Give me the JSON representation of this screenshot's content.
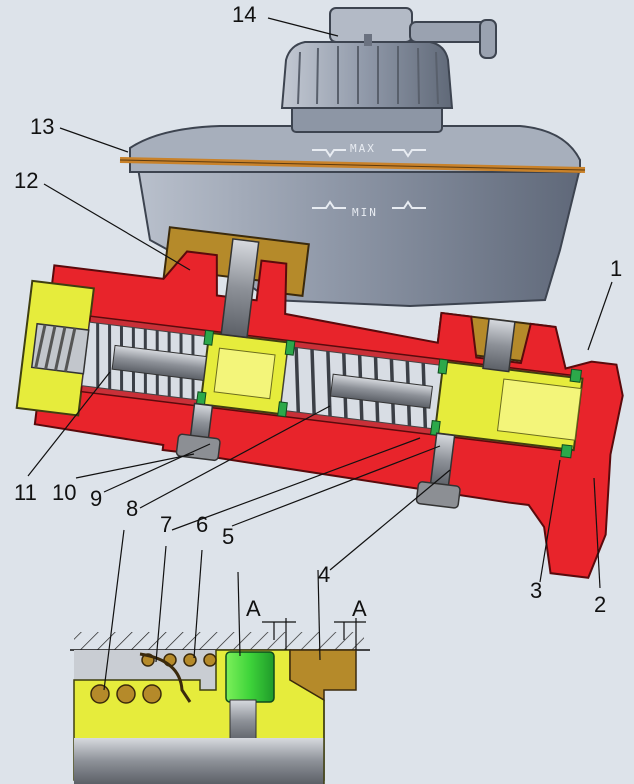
{
  "diagram": {
    "callouts": [
      {
        "id": "1",
        "text": "1"
      },
      {
        "id": "2",
        "text": "2"
      },
      {
        "id": "3",
        "text": "3"
      },
      {
        "id": "4",
        "text": "4"
      },
      {
        "id": "5",
        "text": "5"
      },
      {
        "id": "6",
        "text": "6"
      },
      {
        "id": "7",
        "text": "7"
      },
      {
        "id": "8",
        "text": "8"
      },
      {
        "id": "9",
        "text": "9"
      },
      {
        "id": "10",
        "text": "10"
      },
      {
        "id": "11",
        "text": "11"
      },
      {
        "id": "12",
        "text": "12"
      },
      {
        "id": "13",
        "text": "13"
      },
      {
        "id": "14",
        "text": "14"
      }
    ],
    "level_marks": {
      "max": "MAX",
      "min": "MIN"
    },
    "detail_callouts": [
      {
        "id": "8",
        "text": "8"
      },
      {
        "id": "7",
        "text": "7"
      },
      {
        "id": "6",
        "text": "6"
      },
      {
        "id": "5",
        "text": "5"
      },
      {
        "id": "4",
        "text": "4"
      }
    ],
    "section_marks": {
      "left": "A",
      "right": "A"
    },
    "colors": {
      "background": "#dde3ea",
      "body": "#e8242b",
      "piston": "#e6ec3c",
      "seal": "#2ca84a",
      "reservoir": "#9aa3b2",
      "brass": "#b58a2a",
      "steel": "#8c8f94"
    }
  }
}
